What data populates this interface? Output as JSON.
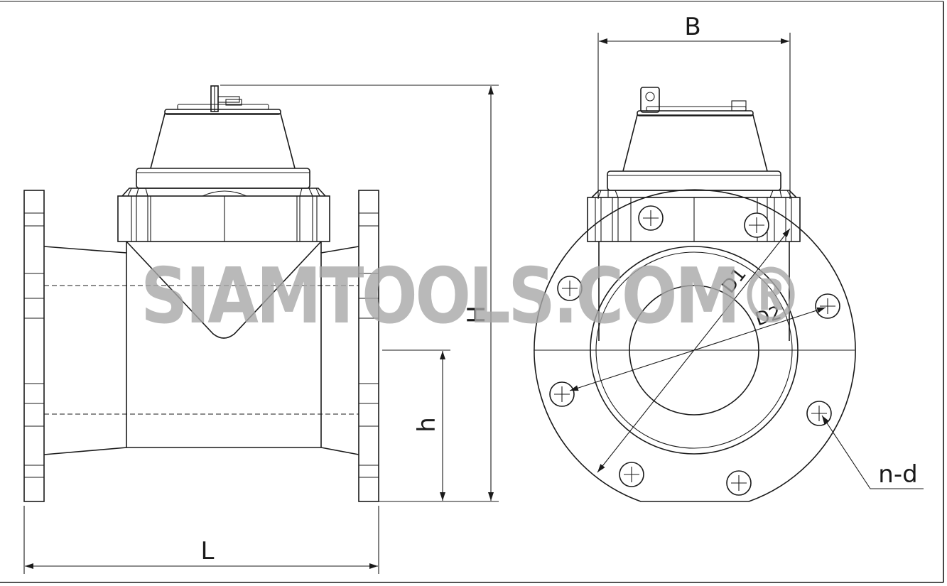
{
  "labels": {
    "B": "B",
    "H": "H",
    "h": "h",
    "L": "L",
    "D1": "D1",
    "D2": "D2",
    "n_d": "n-d"
  },
  "watermark": "SIAMTOOLS.COM®",
  "colors": {
    "line": "#1a1a1a",
    "watermark": "#a8a8a8",
    "background": "#ffffff"
  }
}
